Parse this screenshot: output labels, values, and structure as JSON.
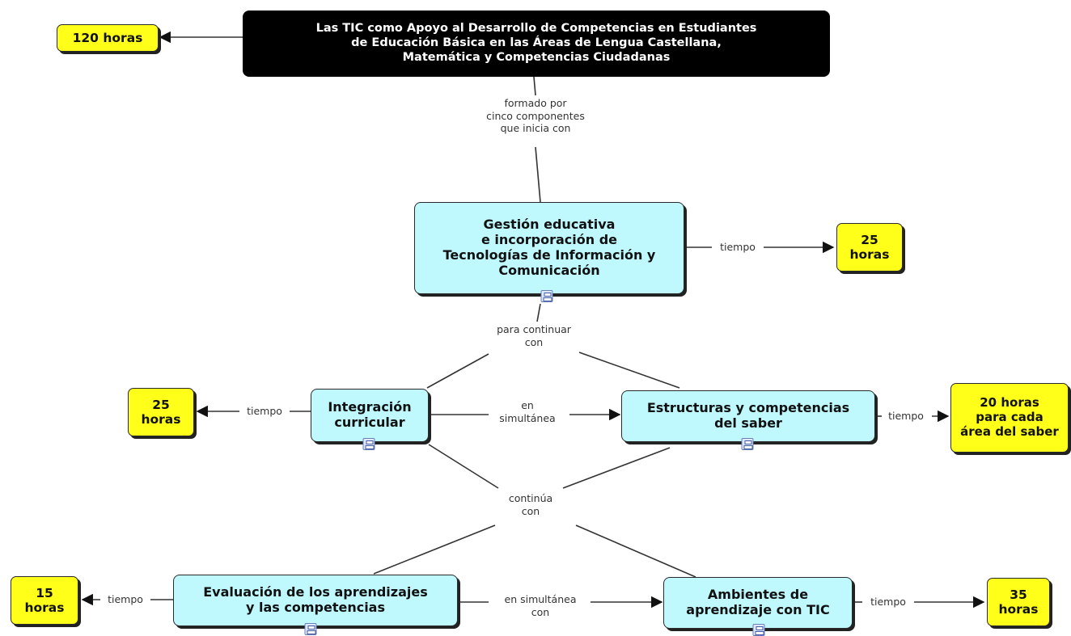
{
  "nodes": {
    "root": [
      "Las TIC como Apoyo al Desarrollo de Competencias en Estudiantes",
      "de Educación Básica  en las Áreas de Lengua Castellana,",
      "Matemática y Competencias Ciudadanas"
    ],
    "gestion": [
      "Gestión educativa",
      "e incorporación de",
      "Tecnologías de Información y",
      "Comunicación"
    ],
    "integracion": [
      "Integración",
      "curricular"
    ],
    "estructuras": [
      "Estructuras y competencias",
      "del saber"
    ],
    "evaluacion": [
      "Evaluación de los aprendizajes",
      "y las competencias"
    ],
    "ambientes": [
      "Ambientes de",
      "aprendizaje con TIC"
    ]
  },
  "hours": {
    "total": [
      "120 horas"
    ],
    "gestion": [
      "25",
      "horas"
    ],
    "integracion": [
      "25",
      "horas"
    ],
    "estructuras": [
      "20 horas",
      "para cada",
      "área del saber"
    ],
    "evaluacion": [
      "15",
      "horas"
    ],
    "ambientes": [
      "35",
      "horas"
    ]
  },
  "links": {
    "formado": [
      "formado por",
      "cinco componentes",
      "que inicia con"
    ],
    "continuar": [
      "para continuar",
      "con"
    ],
    "simultanea1": [
      "en",
      "simultánea"
    ],
    "continua": [
      "continúa",
      "con"
    ],
    "simultanea2": [
      "en simultánea",
      "con"
    ],
    "tiempo": "tiempo"
  },
  "colors": {
    "concept_fill": "#bff8fd",
    "hours_fill": "#ffff1a",
    "root_fill": "#000000",
    "line": "#333333"
  }
}
